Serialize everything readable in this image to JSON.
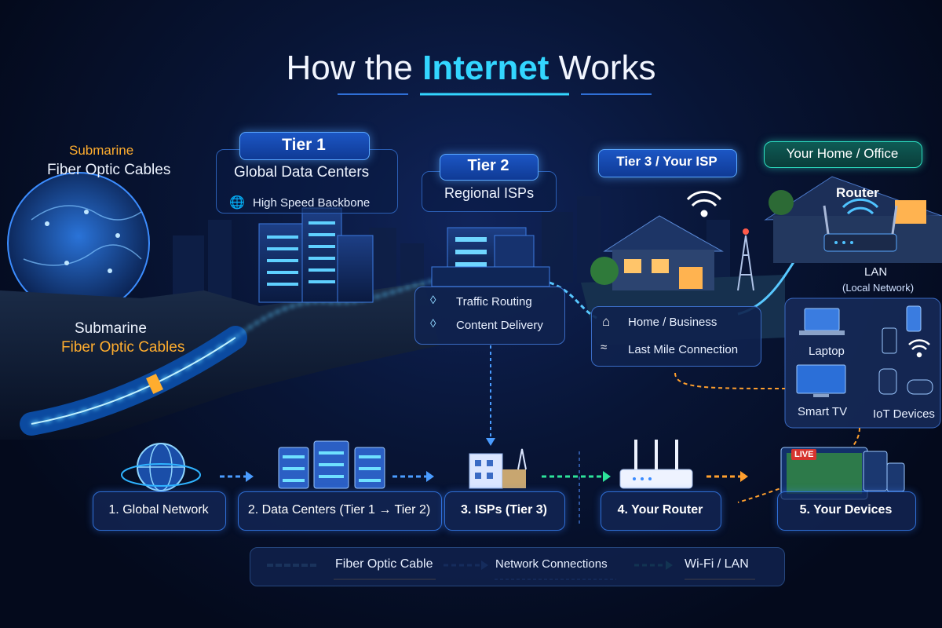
{
  "title": {
    "prefix": "How the ",
    "highlight": "Internet",
    "suffix": " Works"
  },
  "left": {
    "top_label_1": "Submarine",
    "top_label_2": "Fiber Optic Cables",
    "bottom_label_1": "Submarine",
    "bottom_label_2": "Fiber Optic Cables"
  },
  "tier1": {
    "badge": "Tier 1",
    "title": "Global Data Centers",
    "sub": "High Speed Backbone"
  },
  "tier2": {
    "badge": "Tier 2",
    "title": "Regional ISPs",
    "items": [
      "Traffic Routing",
      "Content Delivery"
    ]
  },
  "tier3": {
    "badge": "Tier 3 / Your ISP",
    "items": [
      "Home / Business",
      "Last Mile Connection"
    ]
  },
  "home": {
    "badge": "Your Home / Office",
    "router": "Router",
    "lan": "LAN",
    "lan_sub": "(Local Network)",
    "devices": [
      "Laptop",
      "Smart TV",
      "IoT Devices"
    ]
  },
  "steps": [
    "1. Global Network",
    "2. Data Centers (Tier 1 → Tier 2)",
    "3. ISPs (Tier 3)",
    "4. Your Router",
    "5. Your Devices"
  ],
  "live_badge": "LIVE",
  "legend": [
    "Fiber Optic Cable",
    "Network Connections",
    "Wi-Fi / LAN"
  ],
  "colors": {
    "accent": "#33d6ff",
    "orange": "#ffad2e",
    "green": "#2de39a",
    "blue": "#3a8bff"
  }
}
